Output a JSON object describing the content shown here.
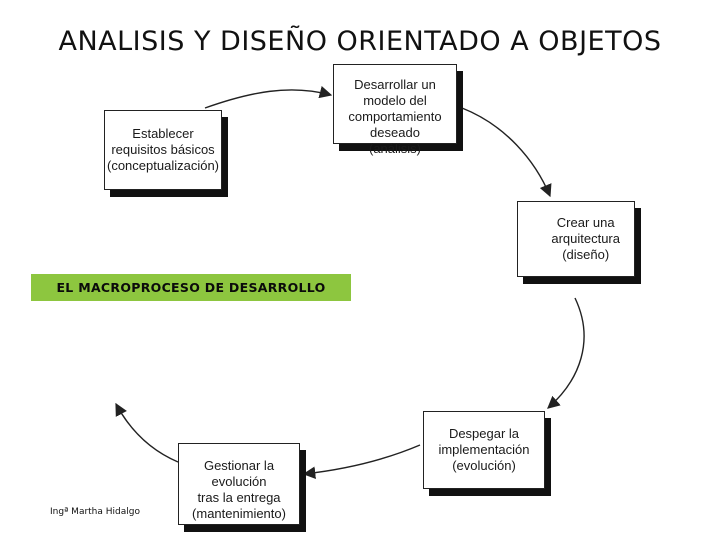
{
  "title": "ANALISIS Y DISEÑO ORIENTADO A OBJETOS",
  "label": "EL MACROPROCESO DE DESARROLLO",
  "author": "Ingª Martha Hidalgo",
  "nodes": {
    "conceptualization": "Establecer\nrequisitos básicos\n(conceptualización)",
    "analysis": "Desarrollar un modelo del\ncomportamiento deseado\n(análisis)",
    "design": "Crear una\narquitectura\n(diseño)",
    "evolution": "Despegar la\nimplementación\n(evolución)",
    "maintenance": "Gestionar la evolución\ntras la entrega\n(mantenimiento)"
  },
  "colors": {
    "label_background": "#8dc63f",
    "box_shadow": "#111111",
    "arrow": "#222222"
  }
}
